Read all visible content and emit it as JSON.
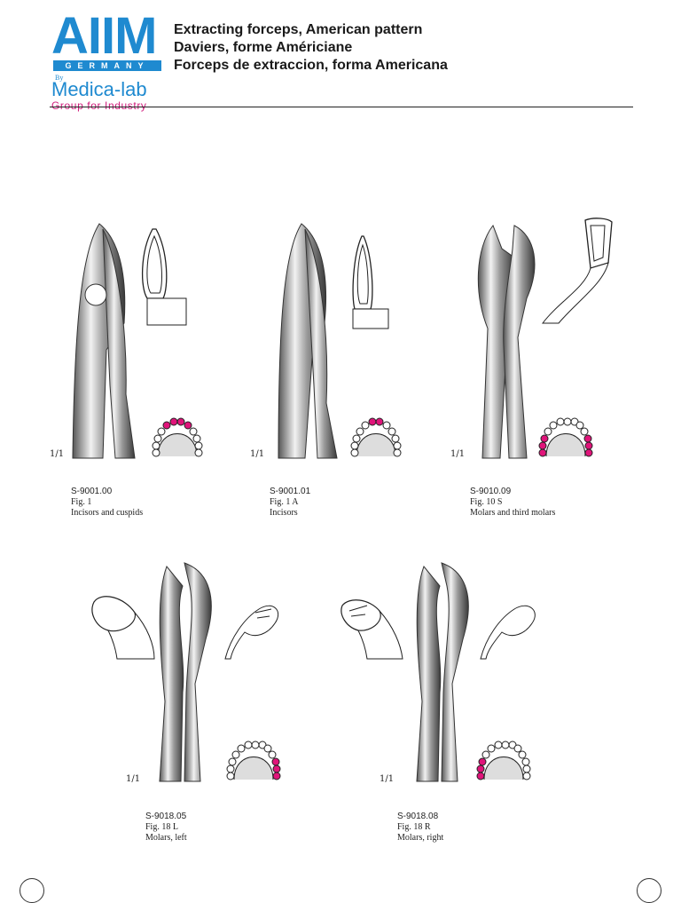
{
  "brand": {
    "logo_text": "AIIM",
    "logo_country": "GERMANY",
    "logo_by": "By",
    "logo_company": "Medica-lab",
    "logo_tagline": "Group for Industry"
  },
  "header": {
    "title_en": "Extracting forceps, American pattern",
    "title_fr": "Daviers, forme Améric​iane",
    "title_es": "Forceps de extraccion, forma Americana"
  },
  "colors": {
    "brand_blue": "#1f8ad0",
    "brand_magenta": "#d11c7c",
    "tooth_highlight": "#e0147a"
  },
  "products": [
    {
      "code": "S-9001.00",
      "fig": "Fig. 1",
      "use": "Incisors and cuspids",
      "scale": "1/1"
    },
    {
      "code": "S-9001.01",
      "fig": "Fig. 1 A",
      "use": "Incisors",
      "scale": "1/1"
    },
    {
      "code": "S-9010.09",
      "fig": "Fig. 10 S",
      "use": "Molars and third molars",
      "scale": "1/1"
    },
    {
      "code": "S-9018.05",
      "fig": "Fig. 18 L",
      "use": "Molars, left",
      "scale": "1/1"
    },
    {
      "code": "S-9018.08",
      "fig": "Fig. 18 R",
      "use": "Molars, right",
      "scale": "1/1"
    }
  ]
}
